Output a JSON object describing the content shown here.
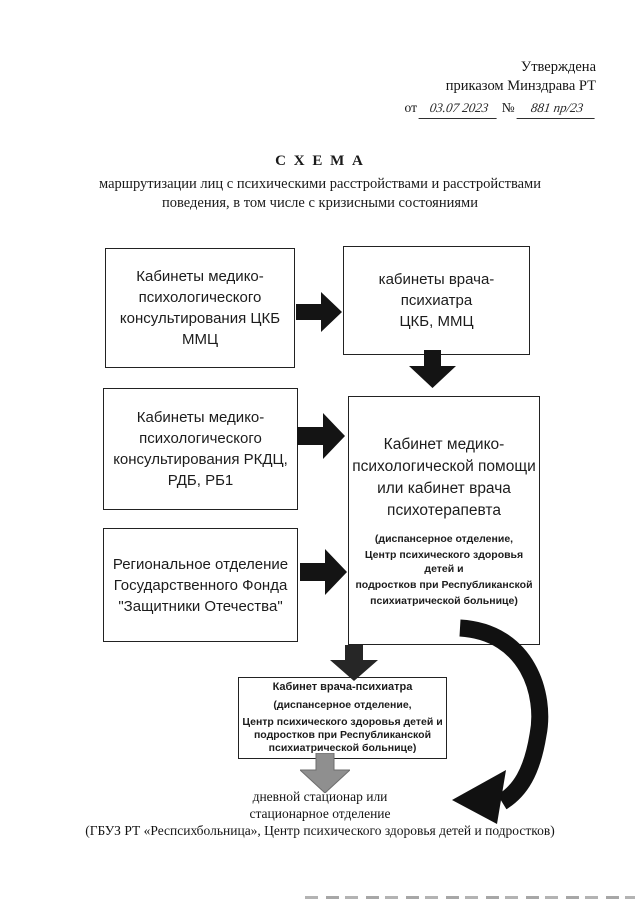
{
  "document": {
    "approval": {
      "approved": "Утверждена",
      "by_order": "приказом Минздрава РТ",
      "from_label": "от",
      "date_value": "03.07 2023",
      "number_label": "№",
      "number_value": "881 пр/23"
    },
    "title": {
      "heading": "С Х Е М А",
      "subtitle_line1": "маршрутизации лиц с психическими расстройствами и расстройствами",
      "subtitle_line2": "поведения, в том числе с кризисными состояниями"
    },
    "footer": {
      "line1": "дневной стационар или",
      "line2": "стационарное отделение",
      "line3": "(ГБУЗ РТ «Респсихбольница», Центр психического здоровья детей и подростков)"
    }
  },
  "flowchart": {
    "box_consult_ckb": {
      "lines": [
        "Кабинеты медико-",
        "психологического",
        "консультирования  ЦКБ",
        "ММЦ"
      ]
    },
    "box_psychiatrist_ckb": {
      "lines": [
        "кабинеты врача-психиатра",
        "ЦКБ, ММЦ"
      ]
    },
    "box_consult_rkdc": {
      "lines": [
        "Кабинеты медико-",
        "психологического",
        "консультирования  РКДЦ,",
        "РДБ, РБ1"
      ]
    },
    "box_fund": {
      "lines": [
        "Региональное отделение",
        "Государственного Фонда",
        "\"Защитники Отечества\""
      ]
    },
    "box_psych_help": {
      "title_lines": [
        "Кабинет медико-",
        "психологической помощи",
        "или кабинет врача",
        "психотерапевта"
      ],
      "sub_lines": [
        "(диспансерное отделение,",
        "Центр психического здоровья детей и",
        "подростков при Республиканской",
        "психиатрической больнице)"
      ]
    },
    "box_psychiatrist_office": {
      "title": "Кабинет врача-психиатра",
      "sub_lines": [
        "(диспансерное отделение,",
        "Центр психического здоровья детей и",
        "подростков при Республиканской",
        "психиатрической больнице)"
      ]
    }
  },
  "icons": {
    "arrow_right": "block-arrow-right",
    "arrow_down": "block-arrow-down",
    "arrow_curved": "curved-arrow-down-left"
  },
  "colors": {
    "ink": "#1a1a1a",
    "arrow_black": "#141414",
    "arrow_dark": "#262626",
    "arrow_gray": "#8f8f8f",
    "paper": "#ffffff"
  }
}
